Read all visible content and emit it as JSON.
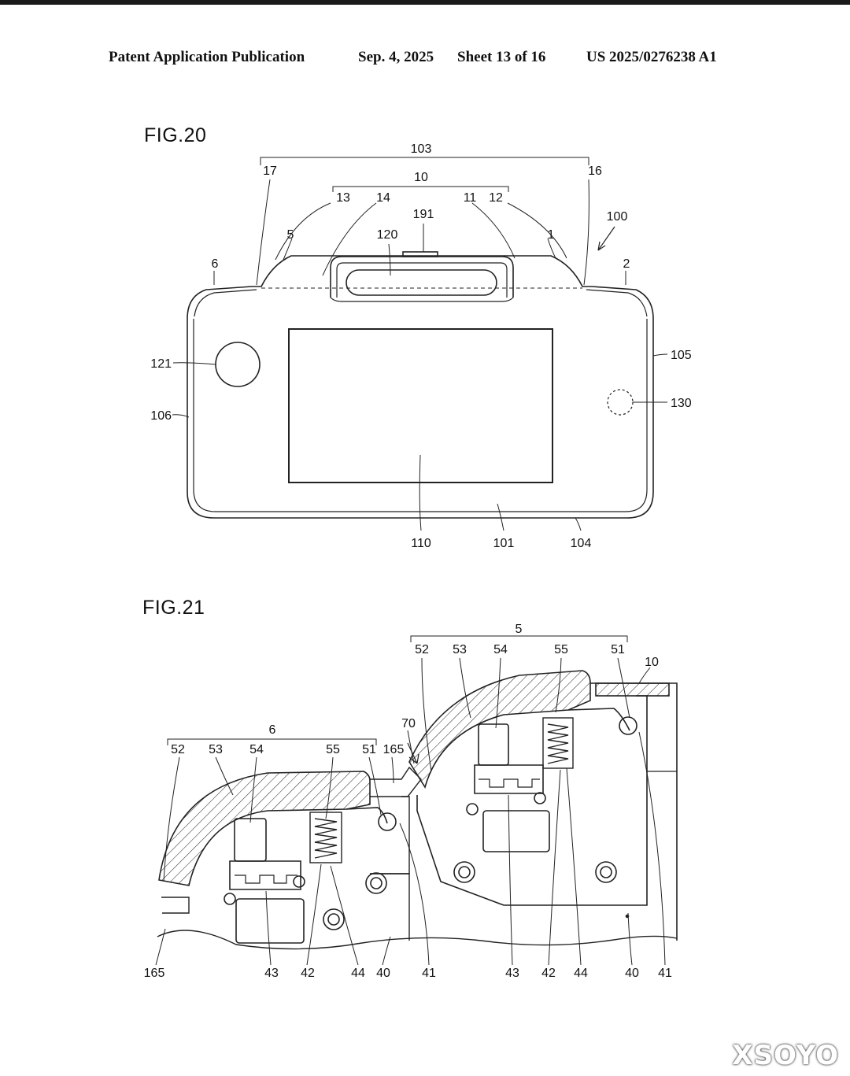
{
  "header": {
    "publication": "Patent Application Publication",
    "date": "Sep. 4, 2025",
    "sheet": "Sheet 13 of 16",
    "number": "US 2025/0276238 A1"
  },
  "fig20": {
    "title": "FIG.20",
    "labels": {
      "l103": "103",
      "l17": "17",
      "l16": "16",
      "l10": "10",
      "l13": "13",
      "l14": "14",
      "l11": "11",
      "l12": "12",
      "l191": "191",
      "l100": "100",
      "l5": "5",
      "l120": "120",
      "l1": "1",
      "l6": "6",
      "l2": "2",
      "l121": "121",
      "l105": "105",
      "l106": "106",
      "l130": "130",
      "l110": "110",
      "l101": "101",
      "l104": "104"
    }
  },
  "fig21": {
    "title": "FIG.21",
    "labels": {
      "l5": "5",
      "l52r": "52",
      "l53r": "53",
      "l54r": "54",
      "l55r": "55",
      "l51r": "51",
      "l10": "10",
      "l70": "70",
      "l6": "6",
      "l52l": "52",
      "l53l": "53",
      "l54l": "54",
      "l55l": "55",
      "l51l": "51",
      "l165t": "165",
      "l165b": "165",
      "l43l": "43",
      "l42l": "42",
      "l44l": "44",
      "l40l": "40",
      "l41l": "41",
      "l43r": "43",
      "l42r": "42",
      "l44r": "44",
      "l40r": "40",
      "l41r": "41"
    }
  },
  "watermark": "XSOYO"
}
